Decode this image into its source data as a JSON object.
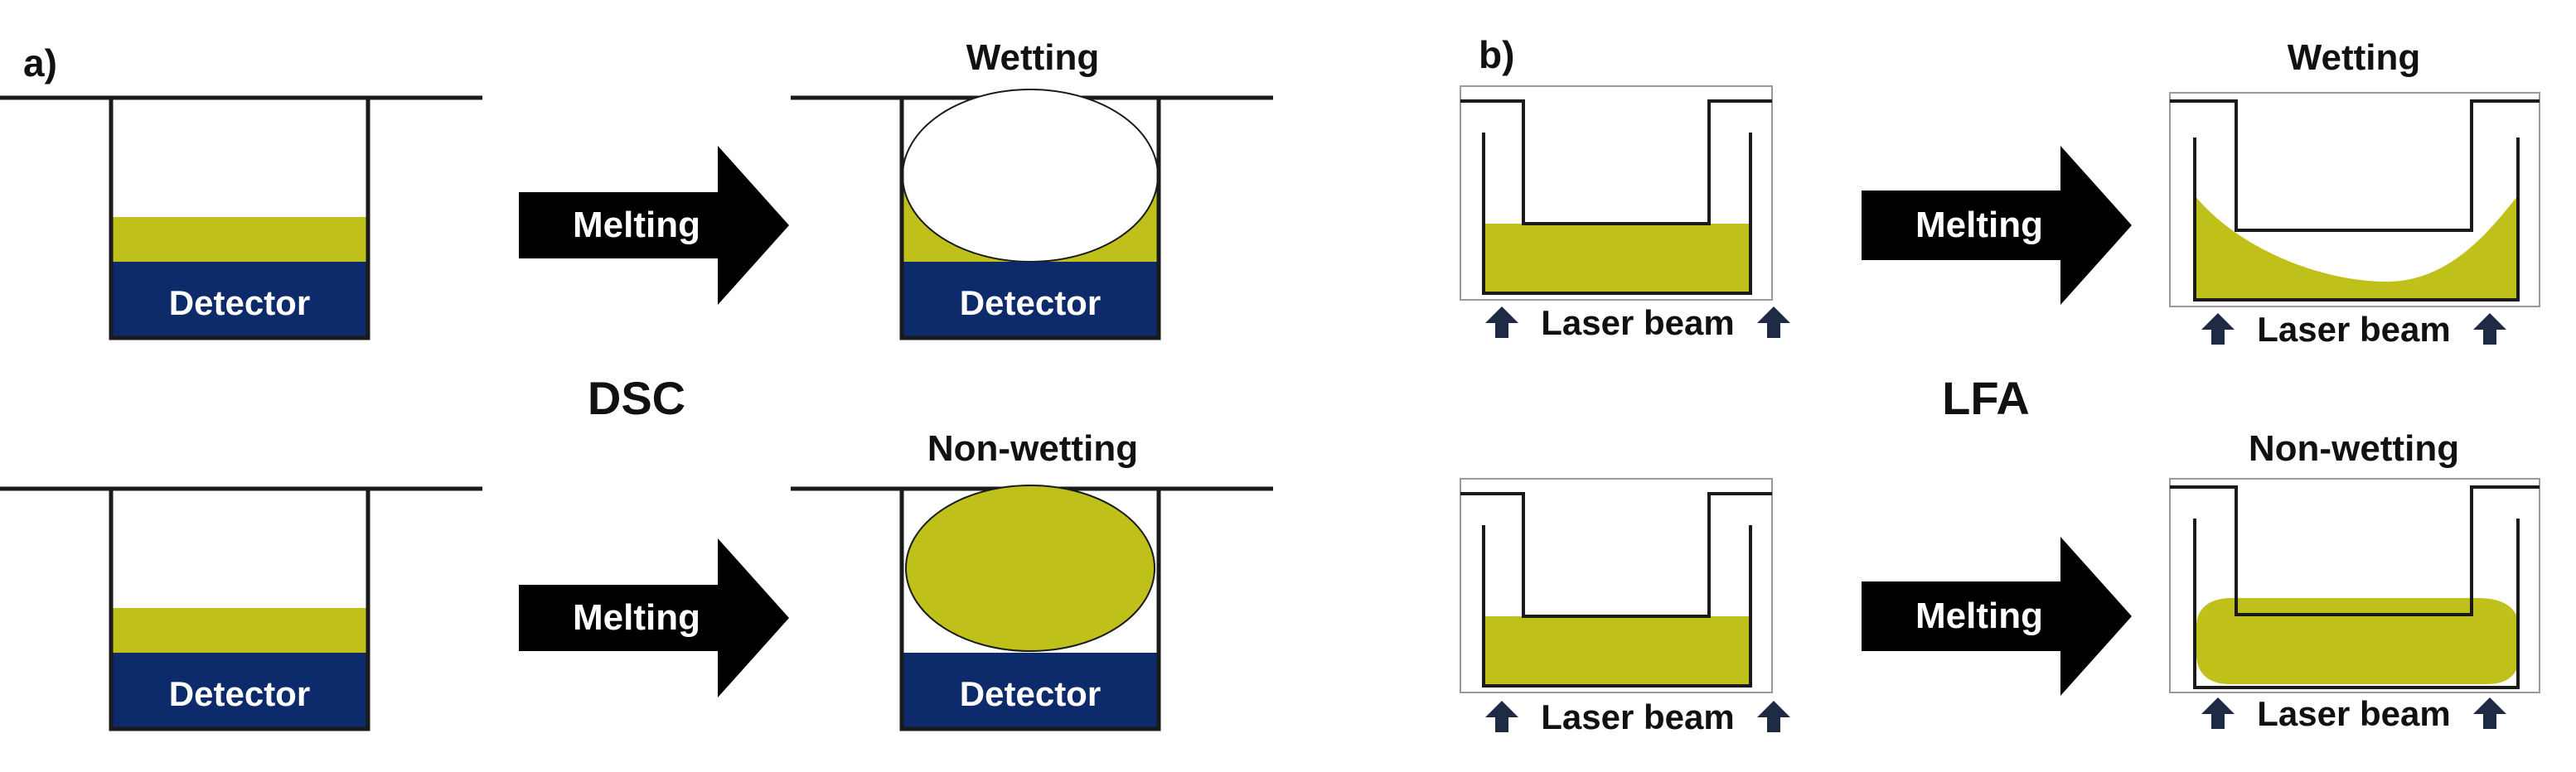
{
  "panel_a": {
    "label": "a)",
    "center_label": "DSC",
    "top_state": "Wetting",
    "bottom_state": "Non-wetting",
    "arrow_label": "Melting",
    "detector_label": "Detector"
  },
  "panel_b": {
    "label": "b)",
    "center_label": "LFA",
    "top_state": "Wetting",
    "bottom_state": "Non-wetting",
    "arrow_label": "Melting",
    "laser_label": "Laser beam"
  },
  "colors": {
    "sample": "#bfc11a",
    "detector": "#0d2a6b",
    "outline": "#1a1a1a",
    "laser_arrow": "#1f2a44"
  }
}
